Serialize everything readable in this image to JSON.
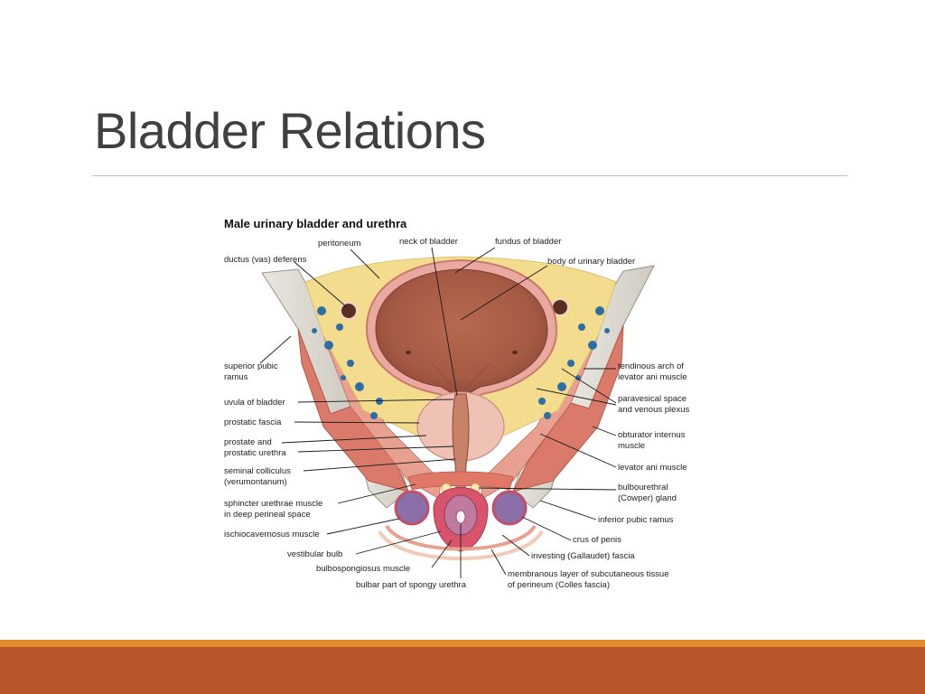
{
  "slide": {
    "title": "Bladder Relations"
  },
  "figure": {
    "title": "Male urinary bladder and urethra",
    "labels": {
      "peritoneum": "peritoneum",
      "neck_of_bladder": "neck of bladder",
      "fundus_of_bladder": "fundus of bladder",
      "ductus_deferens": "ductus (vas) deferens",
      "body_of_urinary_bladder": "body of urinary bladder",
      "superior_pubic_ramus_1": "superior pubic",
      "superior_pubic_ramus_2": "ramus",
      "tendinous_arch_1": "tendinous arch of",
      "tendinous_arch_2": "levator ani muscle",
      "uvula_of_bladder": "uvula of bladder",
      "paravesical_1": "paravesical space",
      "paravesical_2": "and venous plexus",
      "prostatic_fascia": "prostatic fascia",
      "obturator_1": "obturator internus",
      "obturator_2": "muscle",
      "prostate_1": "prostate and",
      "prostate_2": "prostatic urethra",
      "levator_ani_muscle": "levator ani muscle",
      "seminal_1": "seminal colliculus",
      "seminal_2": "(verumontanum)",
      "bulbourethral_1": "bulbourethral",
      "bulbourethral_2": "(Cowper) gland",
      "sphincter_1": "sphincter urethrae muscle",
      "sphincter_2": "in deep perineal space",
      "inferior_pubic_ramus": "inferior pubic ramus",
      "ischiocavernosus": "ischiocavernosus muscle",
      "crus_of_penis": "crus of penis",
      "vestibular_bulb": "vestibular bulb",
      "investing_fascia": "investing (Gallaudet) fascia",
      "bulbospongiosus": "bulbospongiosus muscle",
      "membranous_1": "membranous layer of subcutaneous tissue",
      "membranous_2": "of perineum (Colles fascia)",
      "bulbar_urethra": "bulbar part of spongy urethra"
    }
  },
  "colors": {
    "title": "#404040",
    "rule": "#bfbfbf",
    "footer_accent": "#e3892f",
    "footer_band": "#b9562b"
  }
}
